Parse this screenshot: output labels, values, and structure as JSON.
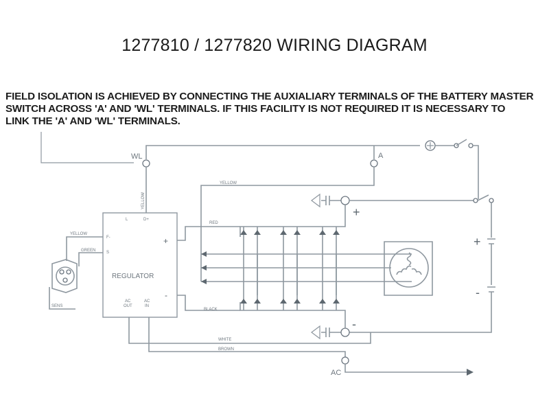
{
  "title": "1277810 / 1277820 WIRING DIAGRAM",
  "note": {
    "line1": "FIELD ISOLATION IS ACHIEVED BY CONNECTING THE AUXIALIARY TERMINALS OF THE BATTERY MASTER",
    "line2": "SWITCH ACROSS 'A' AND 'WL' TERMINALS.  IF THIS FACILITY IS NOT REQUIRED IT IS NECESSARY TO",
    "line3": "LINK THE 'A'  AND 'WL'  TERMINALS."
  },
  "terminals": {
    "wl": "WL",
    "a": "A",
    "ac": "AC",
    "pos": "+",
    "neg": "-"
  },
  "regulator": {
    "name": "REGULATOR",
    "pin_l": "L",
    "pin_d": "D+",
    "pin_f": "F-",
    "pin_s": "S",
    "pin_plus": "+",
    "pin_minus": "-",
    "pin_ac_out_1": "AC",
    "pin_ac_out_2": "OUT",
    "pin_ac_in_1": "AC",
    "pin_ac_in_2": "IN"
  },
  "wires": {
    "yellow_v": "YELLOW",
    "yellow_top": "YELLOW",
    "yellow_left": "YELLOW",
    "green": "GREEN",
    "red": "RED",
    "black": "BLACK",
    "white": "WHITE",
    "brown": "BROWN"
  },
  "battery": {
    "plus": "+",
    "minus": "-"
  },
  "sensor_label": "SENS",
  "colors": {
    "wire": "#8e979f",
    "text": "#1a1a1a"
  }
}
